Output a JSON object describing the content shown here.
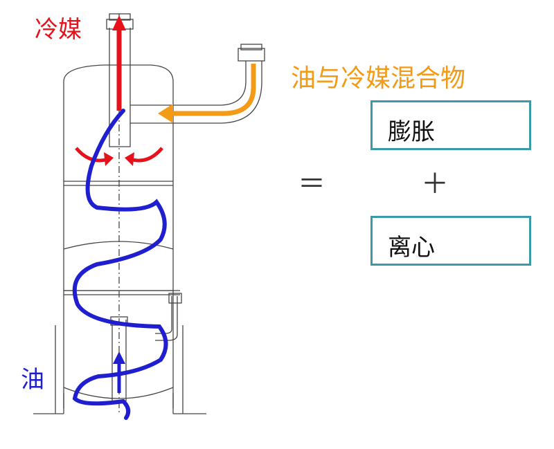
{
  "labels": {
    "refrigerant": "冷媒",
    "oil_refrigerant_mixture": "油与冷媒混合物",
    "oil": "油"
  },
  "equation": {
    "equals": "＝",
    "plus": "＋",
    "term1": "膨胀",
    "term2": "离心"
  },
  "colors": {
    "refrigerant_flow": "#e8101a",
    "mixture_flow": "#f39a17",
    "oil_flow": "#1f1fcf",
    "box_border": "#3a9aa8",
    "vessel_line": "#444444"
  }
}
